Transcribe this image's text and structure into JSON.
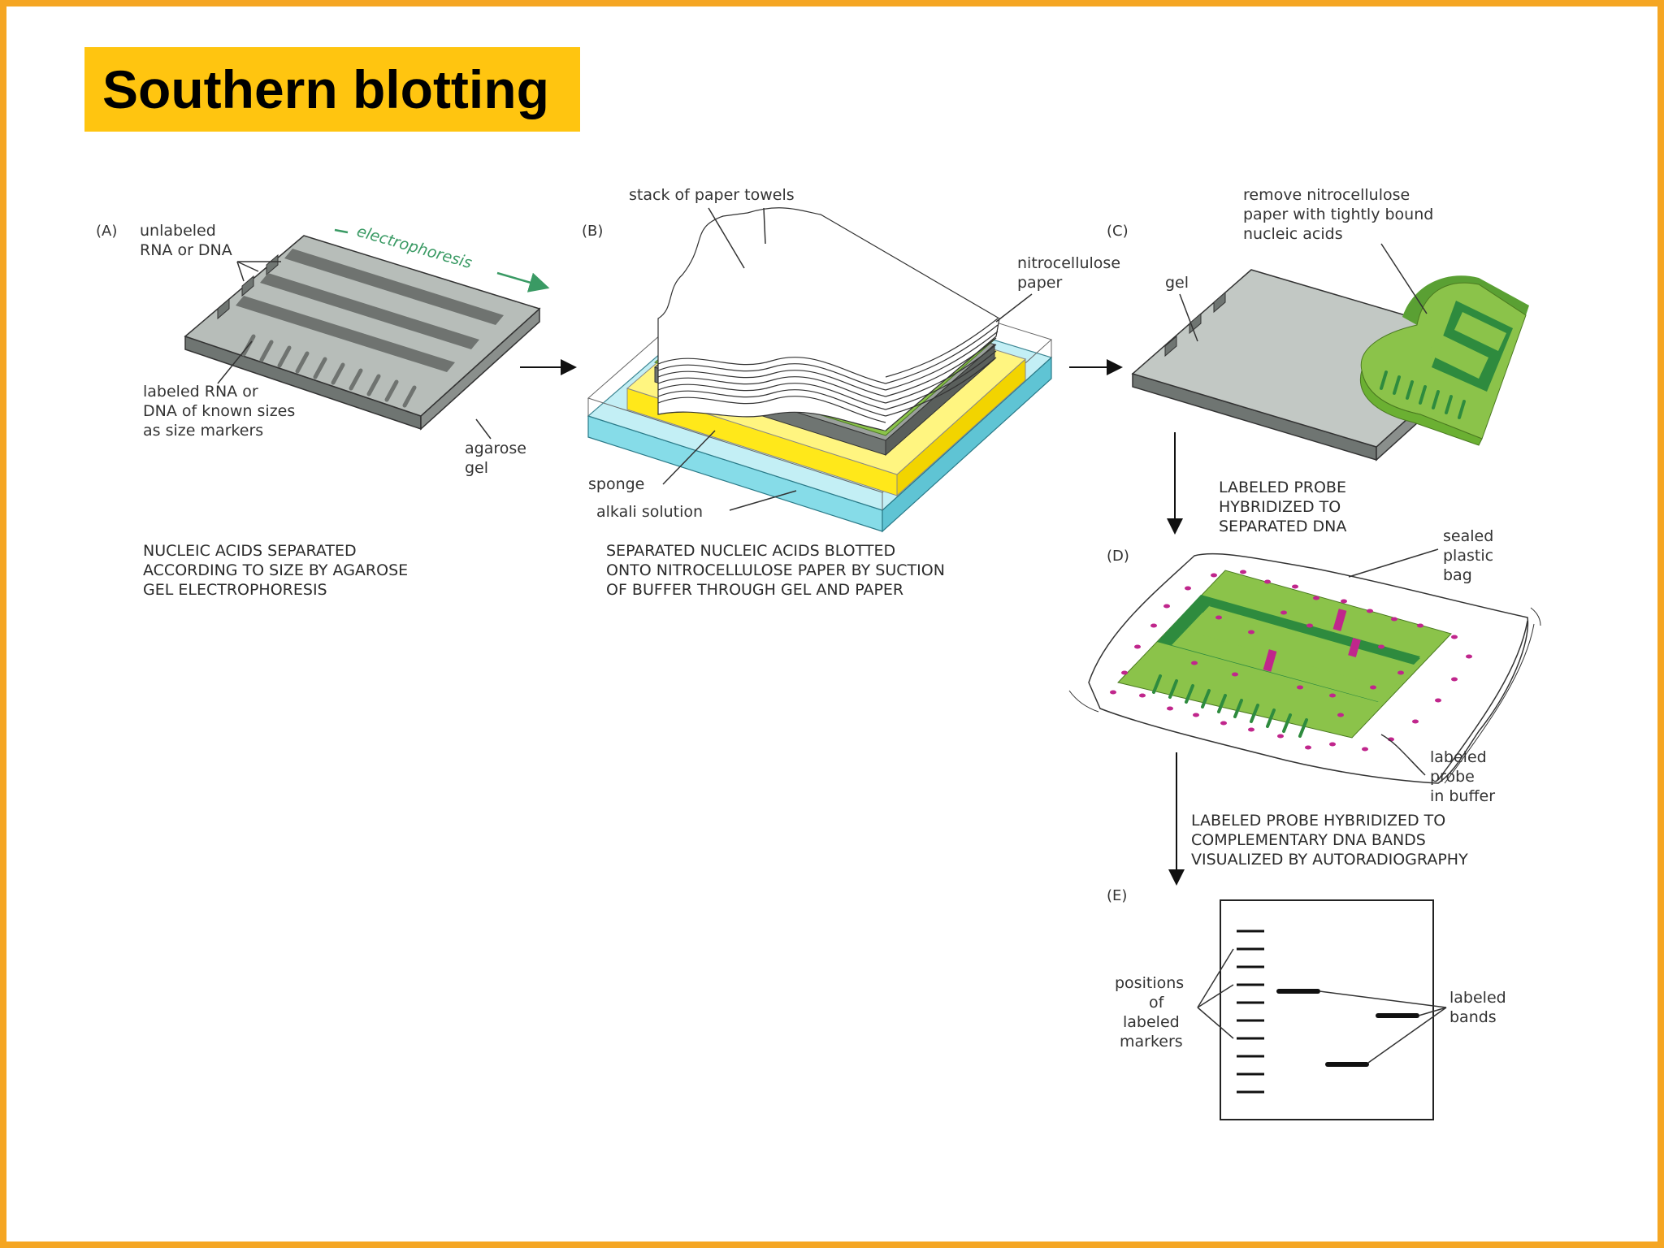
{
  "title": "Southern blotting",
  "colors": {
    "frame": "#f5a623",
    "title_bg": "#ffc510",
    "gel": "#b7bdb9",
    "band": "#6f7370",
    "paper_green": "#8bc34a",
    "band_green": "#2e8b3e",
    "sponge": "#fff03a",
    "alkali": "#86dce8",
    "probe": "#c0268c",
    "arrow_green": "#3a9a64"
  },
  "panels": {
    "a": {
      "letter": "(A)",
      "label_unlabeled": [
        "unlabeled",
        "RNA or DNA"
      ],
      "label_electrophoresis": "electrophoresis",
      "label_markers": [
        "labeled RNA or",
        "DNA of known sizes",
        "as size markers"
      ],
      "label_gel": [
        "agarose",
        "gel"
      ],
      "caption": [
        "NUCLEIC ACIDS SEPARATED",
        "ACCORDING TO SIZE BY AGAROSE",
        "GEL ELECTROPHORESIS"
      ]
    },
    "b": {
      "letter": "(B)",
      "label_towels": "stack of paper towels",
      "label_nitro": [
        "nitrocellulose",
        "paper"
      ],
      "label_sponge": "sponge",
      "label_alkali": "alkali solution",
      "caption": [
        "SEPARATED NUCLEIC ACIDS BLOTTED",
        "ONTO NITROCELLULOSE PAPER BY SUCTION",
        "OF BUFFER THROUGH GEL AND PAPER"
      ]
    },
    "c": {
      "letter": "(C)",
      "label_gel": "gel",
      "label_remove": [
        "remove nitrocellulose",
        "paper with tightly bound",
        "nucleic acids"
      ],
      "caption": [
        "LABELED PROBE",
        "HYBRIDIZED TO",
        "SEPARATED DNA"
      ]
    },
    "d": {
      "letter": "(D)",
      "label_bag": [
        "sealed",
        "plastic",
        "bag"
      ],
      "label_probe": [
        "labeled",
        "probe",
        "in buffer"
      ],
      "caption": [
        "LABELED PROBE HYBRIDIZED TO",
        "COMPLEMENTARY DNA BANDS",
        "VISUALIZED BY AUTORADIOGRAPHY"
      ]
    },
    "e": {
      "letter": "(E)",
      "label_markers": [
        "positions",
        "of",
        "labeled",
        "markers"
      ],
      "label_bands": [
        "labeled",
        "bands"
      ]
    }
  }
}
